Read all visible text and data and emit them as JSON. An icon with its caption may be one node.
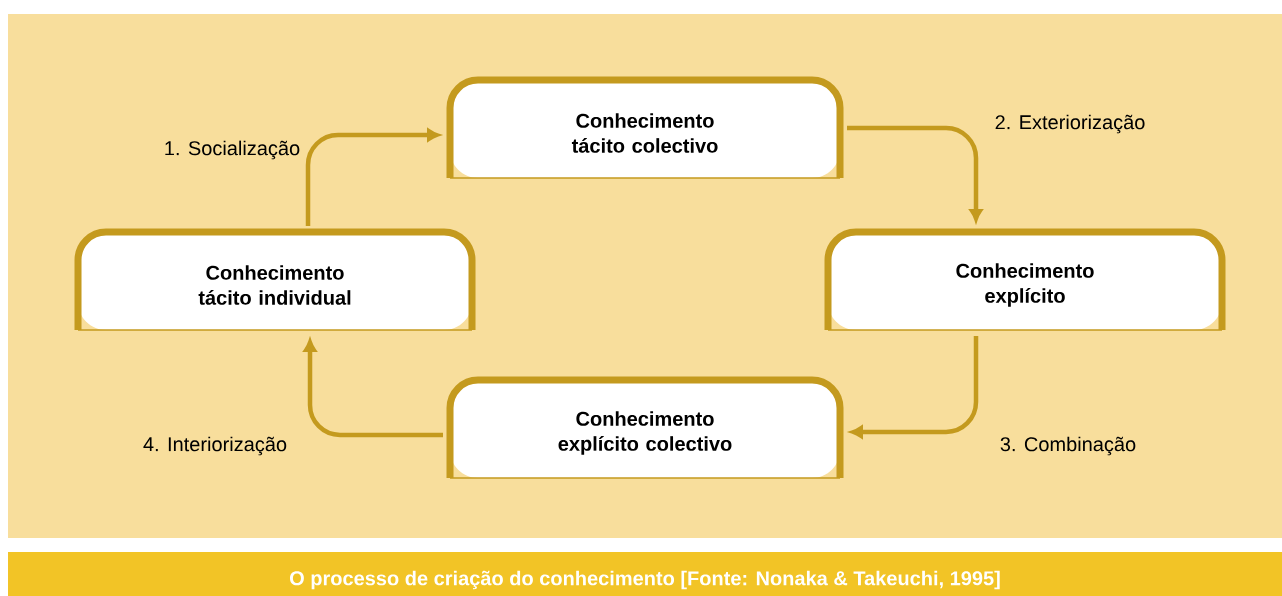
{
  "diagram": {
    "caption": "O processo de criação do conhecimento [Fonte: Nonaka & Takeuchi, 1995]",
    "nodes": [
      {
        "text": [
          "Conhecimento tácito individual"
        ]
      },
      {
        "text": [
          "Conhecimento tácito colectivo"
        ]
      },
      {
        "text": [
          "Conhecimento explícito"
        ]
      },
      {
        "text": [
          "Conhecimento explícito colectivo"
        ]
      }
    ],
    "edges": [
      {
        "from": 0,
        "to": 1,
        "arrow": "to",
        "label": "1. Socialização"
      },
      {
        "from": 1,
        "to": 2,
        "arrow": "to",
        "label": "2. Exteriorização"
      },
      {
        "from": 2,
        "to": 3,
        "arrow": "to",
        "label": "3. Combinação"
      },
      {
        "from": 3,
        "to": 0,
        "arrow": "to",
        "label": "4. Interiorização"
      }
    ]
  }
}
